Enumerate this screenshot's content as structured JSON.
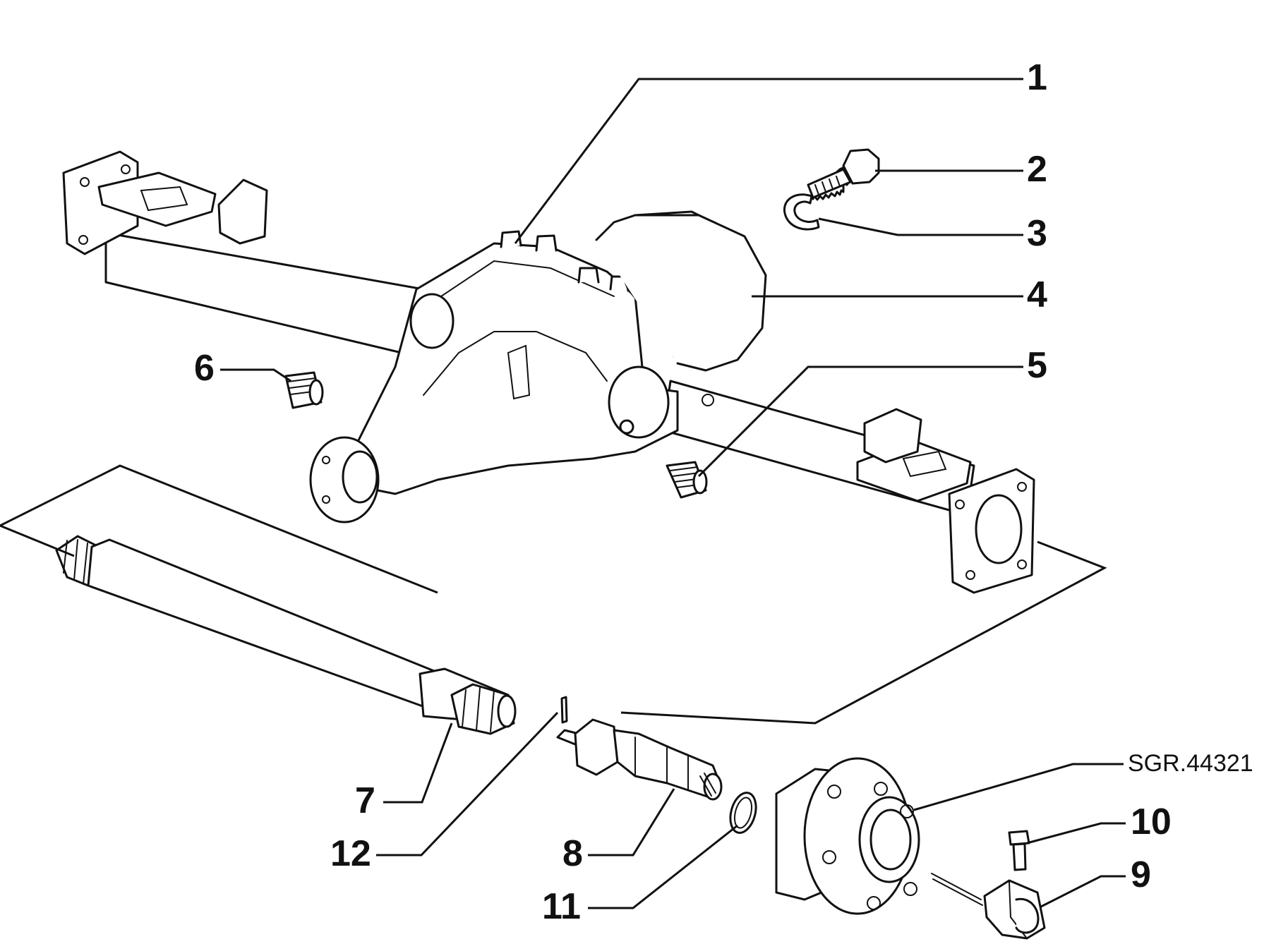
{
  "diagram": {
    "drawing_code": "SGR.44321",
    "callouts": [
      {
        "id": "1",
        "text": "1"
      },
      {
        "id": "2",
        "text": "2"
      },
      {
        "id": "3",
        "text": "3"
      },
      {
        "id": "4",
        "text": "4"
      },
      {
        "id": "5",
        "text": "5"
      },
      {
        "id": "6",
        "text": "6"
      },
      {
        "id": "7",
        "text": "7"
      },
      {
        "id": "8",
        "text": "8"
      },
      {
        "id": "9",
        "text": "9"
      },
      {
        "id": "10",
        "text": "10"
      },
      {
        "id": "11",
        "text": "11"
      },
      {
        "id": "12",
        "text": "12"
      }
    ]
  }
}
